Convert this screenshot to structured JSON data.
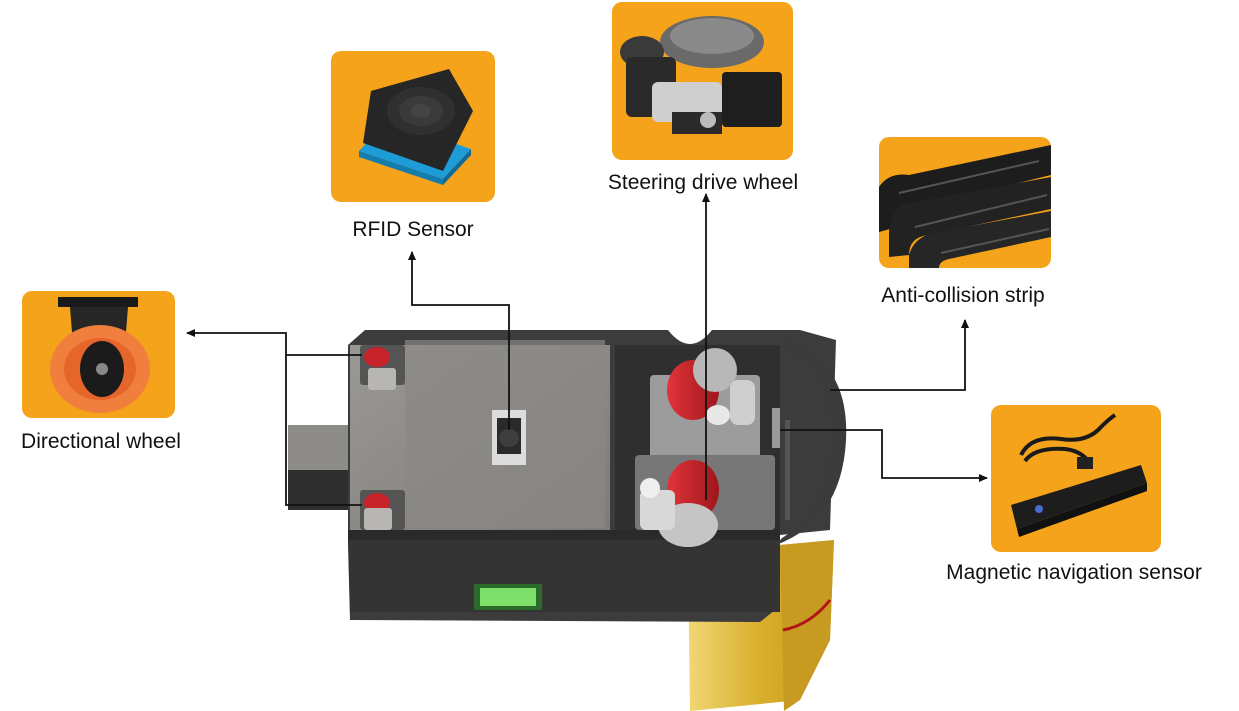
{
  "components": {
    "directional_wheel": {
      "label": "Directional wheel"
    },
    "rfid_sensor": {
      "label": "RFID Sensor"
    },
    "steering_drive_wheel": {
      "label": "Steering drive wheel"
    },
    "anti_collision_strip": {
      "label": "Anti-collision strip"
    },
    "magnetic_navigation_sensor": {
      "label": "Magnetic navigation sensor"
    }
  },
  "colors": {
    "card_background": "#F5A31A",
    "vehicle_body": "#3A3A3A",
    "vehicle_deck": "#8C8A87",
    "bumper_yellow": "#E2BD3A",
    "wheel_red": "#C8222A",
    "indicator_green": "#7CE06A",
    "leader_lines": "#111111"
  }
}
